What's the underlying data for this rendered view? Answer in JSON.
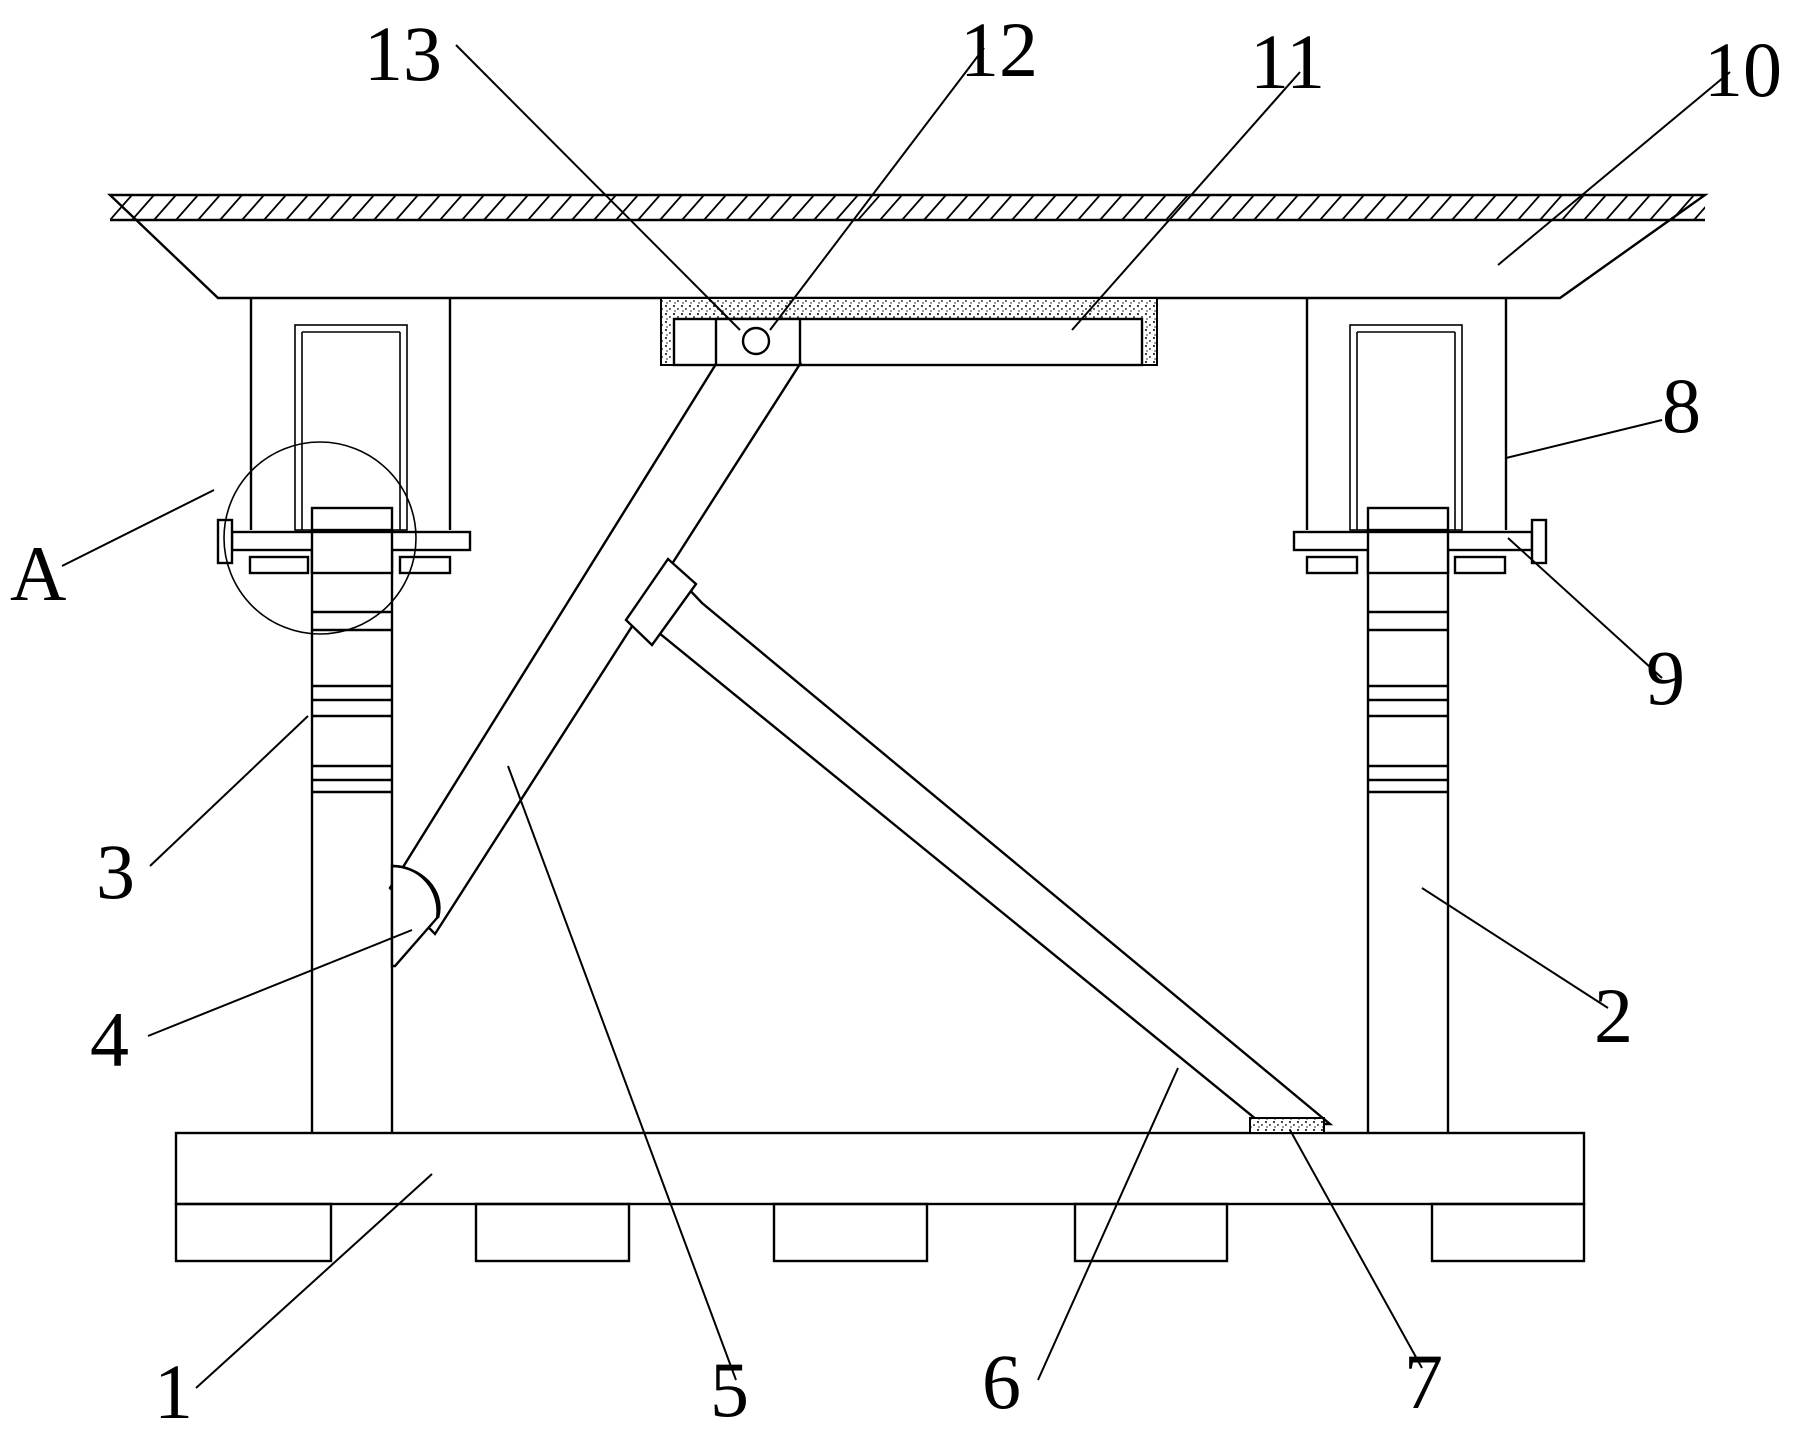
{
  "figure": {
    "labels": {
      "l1": "1",
      "l2": "2",
      "l3": "3",
      "l4": "4",
      "l5": "5",
      "l6": "6",
      "l7": "7",
      "l8": "8",
      "l9": "9",
      "l10": "10",
      "l11": "11",
      "l12": "12",
      "l13": "13",
      "lA": "A"
    }
  }
}
